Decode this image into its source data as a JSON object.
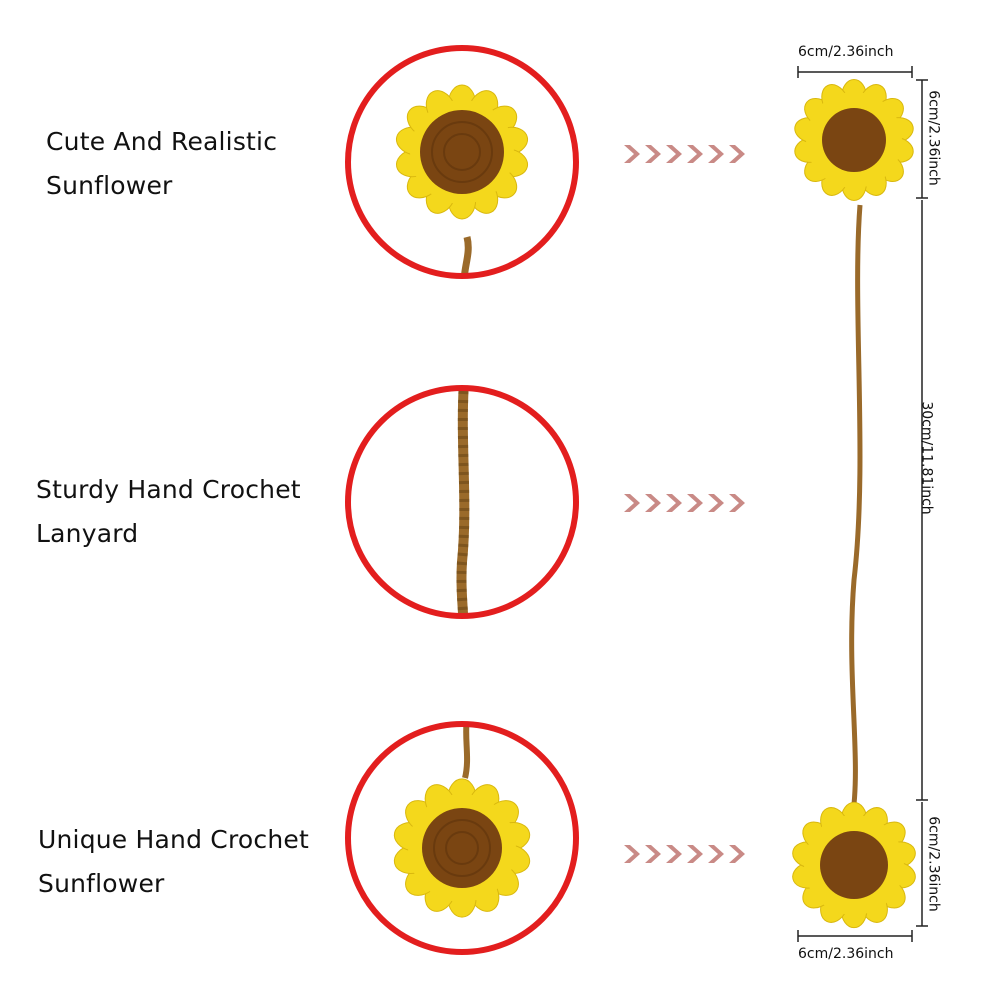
{
  "features": [
    {
      "line1": "Cute And Realistic",
      "line2": "Sunflower"
    },
    {
      "line1": "Sturdy Hand Crochet",
      "line2": "Lanyard"
    },
    {
      "line1": "Unique Hand Crochet",
      "line2": "Sunflower"
    }
  ],
  "dimensions": {
    "top_width": "6cm/2.36inch",
    "top_height": "6cm/2.36inch",
    "lanyard_length": "30cm/11.81inch",
    "bottom_height": "6cm/2.36inch",
    "bottom_width": "6cm/2.36inch"
  },
  "colors": {
    "circle_ring": "#e31e1e",
    "petal": "#f4d81c",
    "center": "#7a4512",
    "cord": "#9a6a2a",
    "arrow": "#c98a86"
  }
}
